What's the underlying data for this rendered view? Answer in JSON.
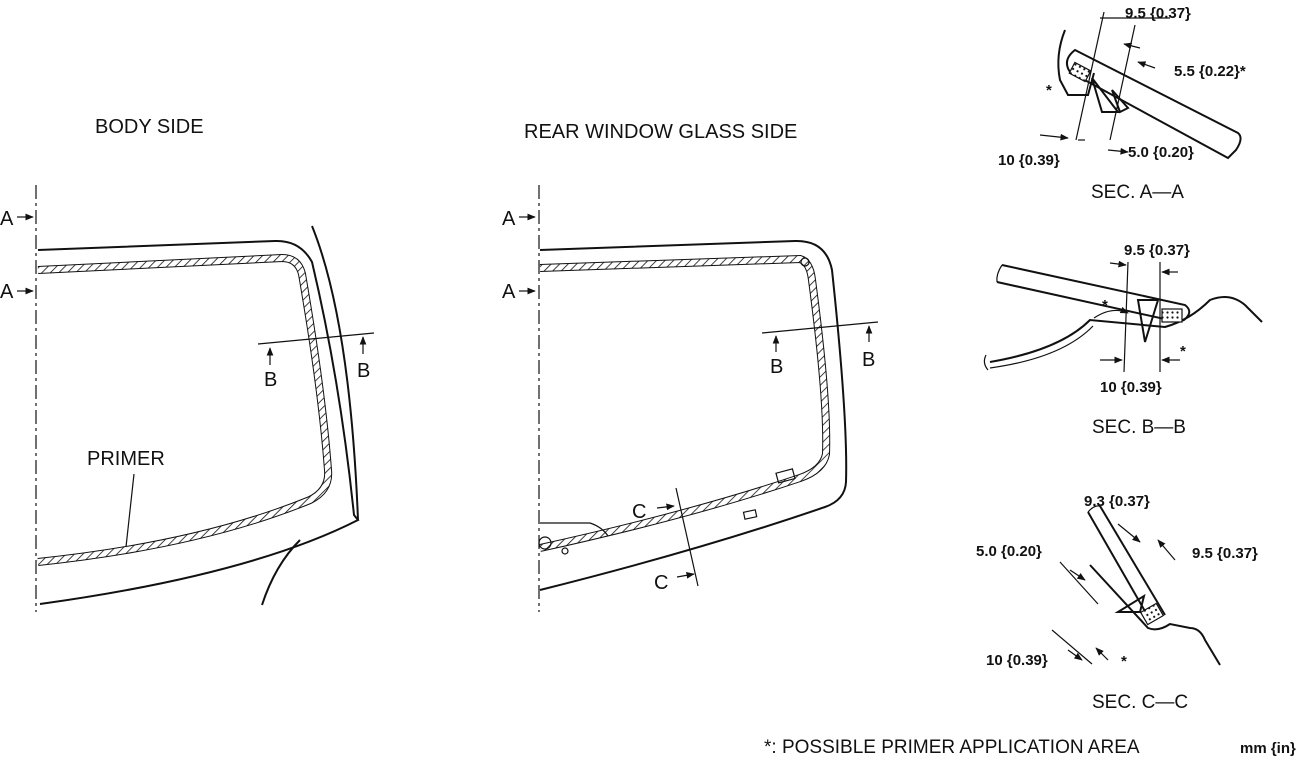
{
  "views": {
    "body_side": "BODY SIDE",
    "glass_side": "REAR WINDOW GLASS SIDE"
  },
  "callouts": {
    "primer": "PRIMER",
    "a": "A",
    "b": "B",
    "c": "C"
  },
  "sections": {
    "aa": {
      "title": "SEC. A—A",
      "d1": "9.5 {0.37}",
      "d2": "5.5 {0.22}*",
      "d3": "10 {0.39}",
      "d4": "5.0 {0.20}",
      "star": "*"
    },
    "bb": {
      "title": "SEC. B—B",
      "d1": "9.5 {0.37}",
      "d2": "10 {0.39}",
      "star1": "*",
      "star2": "*"
    },
    "cc": {
      "title": "SEC. C—C",
      "d1": "9.3 {0.37}",
      "d2": "5.0 {0.20}",
      "d3": "9.5 {0.37}",
      "d4": "10 {0.39}",
      "star": "*"
    }
  },
  "footer": {
    "note": "*: POSSIBLE PRIMER APPLICATION AREA",
    "units": "mm {in}"
  }
}
